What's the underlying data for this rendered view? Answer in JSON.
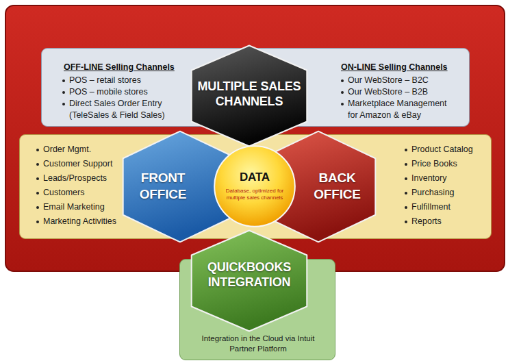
{
  "diagram": {
    "nodes": [
      {
        "text": [
          "OFF-LINE Selling Channels",
          "POS – retail stores",
          "POS – mobile stores",
          "Direct Sales Order Entry (TeleSales & Field Sales)",
          "ON-LINE Selling Channels",
          "Our WebStore – B2C",
          "Our WebStore – B2B",
          "Marketplace Management for Amazon & eBay"
        ]
      },
      {
        "text": [
          "MULTIPLE SALES CHANNELS"
        ]
      },
      {
        "text": [
          "Order Mgmt.",
          "Customer Support",
          "Leads/Prospects",
          "Customers",
          "Email Marketing",
          "Marketing Activities",
          "Product Catalog",
          "Price Books",
          "Inventory",
          "Purchasing",
          "Fulfillment",
          "Reports"
        ]
      },
      {
        "text": [
          "FRONT OFFICE"
        ]
      },
      {
        "text": [
          "DATA",
          "Database, optimized for multiple sales channels"
        ]
      },
      {
        "text": [
          "BACK OFFICE"
        ]
      },
      {
        "text": [
          "QUICKBOOKS INTEGRATION"
        ]
      },
      {
        "text": [
          "Integration in the Cloud via Intuit Partner Platform"
        ]
      }
    ]
  }
}
